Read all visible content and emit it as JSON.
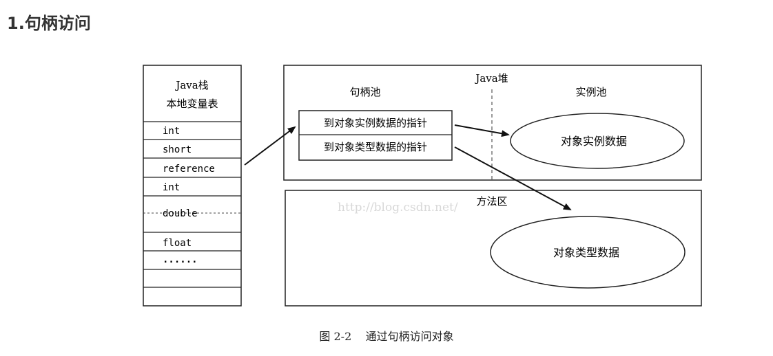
{
  "heading": "1.句柄访问",
  "java_stack": {
    "title_line1": "Java栈",
    "title_line2": "本地变量表",
    "slots": [
      "int",
      "short",
      "reference",
      "int",
      "double",
      "float",
      "......",
      "",
      ""
    ]
  },
  "java_heap": {
    "title": "Java堆",
    "handle_pool": {
      "title": "句柄池",
      "entries": [
        "到对象实例数据的指针",
        "到对象类型数据的指针"
      ]
    },
    "instance_pool": {
      "title": "实例池",
      "object_label": "对象实例数据"
    }
  },
  "method_area": {
    "title": "方法区",
    "object_label": "对象类型数据"
  },
  "watermark": "http://blog.csdn.net/",
  "caption": {
    "figure_number": "图 2-2",
    "text": "通过句柄访问对象"
  }
}
